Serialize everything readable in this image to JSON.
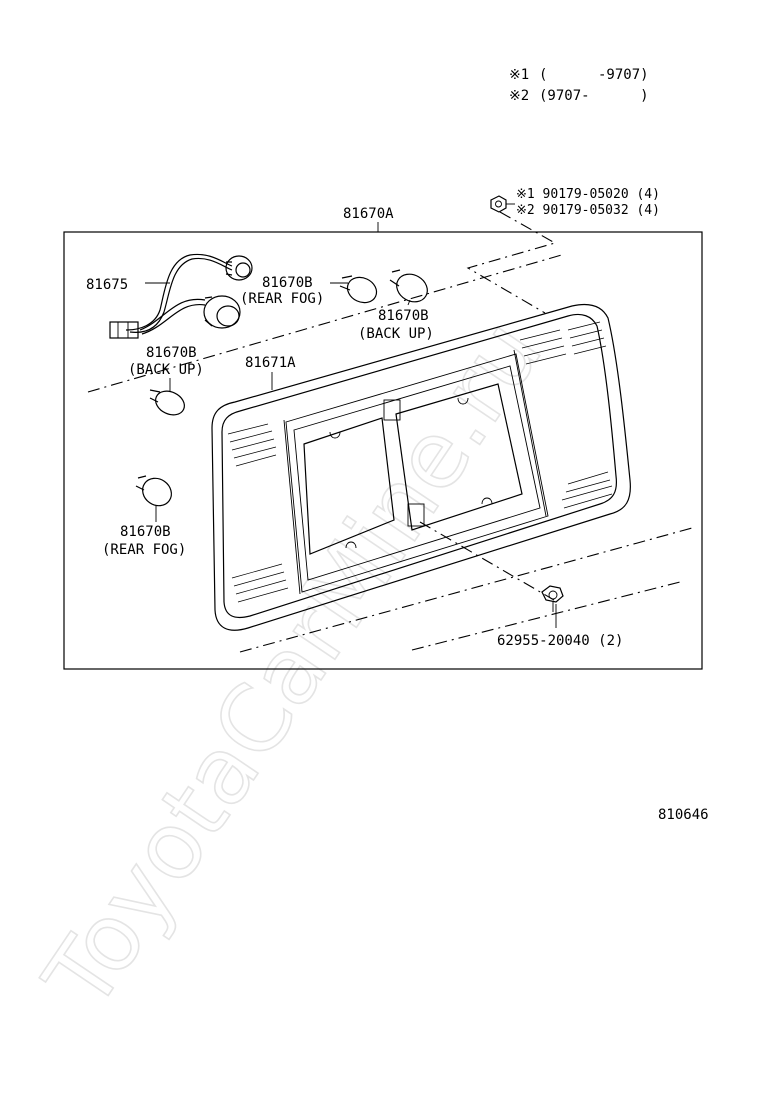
{
  "watermark": "ToyotaCarMine.ru",
  "legend": {
    "row1": {
      "mark": "※1",
      "range": "(      -9707)"
    },
    "row2": {
      "mark": "※2",
      "range": "(9707-      )"
    }
  },
  "fastener": {
    "line1": "※1 90179-05020 (4)",
    "line2": "※2 90179-05032 (4)"
  },
  "parts": {
    "assembly": "81670A",
    "socket": "81675",
    "bulb_rear_fog_top": {
      "number": "81670B",
      "desc": "(REAR FOG)"
    },
    "bulb_back_up_top": {
      "number": "81670B",
      "desc": "(BACK UP)"
    },
    "bulb_back_up_left": {
      "number": "81670B",
      "desc": "(BACK UP)"
    },
    "lens": "81671A",
    "bulb_rear_fog_bottom": {
      "number": "81670B",
      "desc": "(REAR FOG)"
    },
    "screw": "62955-20040 (2)"
  },
  "figure_id": "810646"
}
